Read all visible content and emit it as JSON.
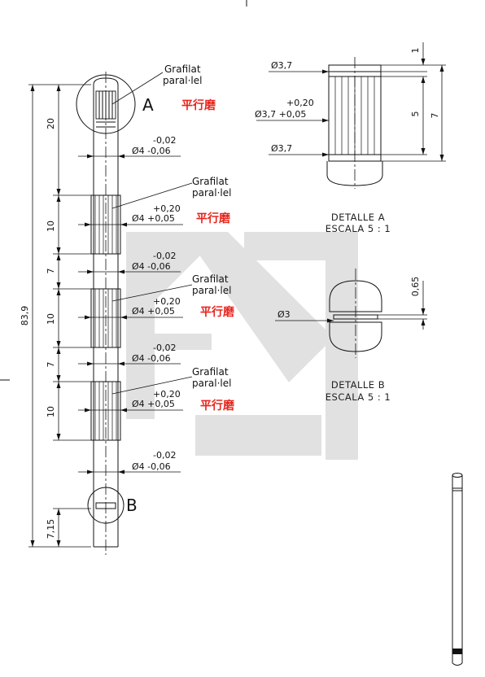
{
  "drawing": {
    "labels": {
      "grafilat_1": "Grafilat",
      "grafilat_2": "paral·lel",
      "detail_a": "A",
      "detail_b": "B",
      "chinese_note": "平行磨"
    },
    "dims": {
      "total_length": "83,9",
      "len_20": "20",
      "len_10": "10",
      "len_7": "7",
      "len_715": "7,15",
      "tol_minus_upper": "-0,02",
      "tol_minus_lower": "Ø4 -0,06",
      "tol_plus_upper": "+0,20",
      "tol_plus_lower": "Ø4 +0,05"
    },
    "detail_a": {
      "d1": "Ø3,7",
      "d2_upper": "+0,20",
      "d2_lower": "Ø3,7 +0,05",
      "d3": "Ø3,7",
      "v1": "1",
      "v5": "5",
      "v7": "7",
      "title": "DETALLE A",
      "scale": "ESCALA 5 : 1"
    },
    "detail_b": {
      "d": "Ø3",
      "v": "0,65",
      "title": "DETALLE B",
      "scale": "ESCALA 5 : 1"
    },
    "colors": {
      "line": "#111111",
      "watermark": "#dcdcdc",
      "red": "#e8251d"
    }
  }
}
